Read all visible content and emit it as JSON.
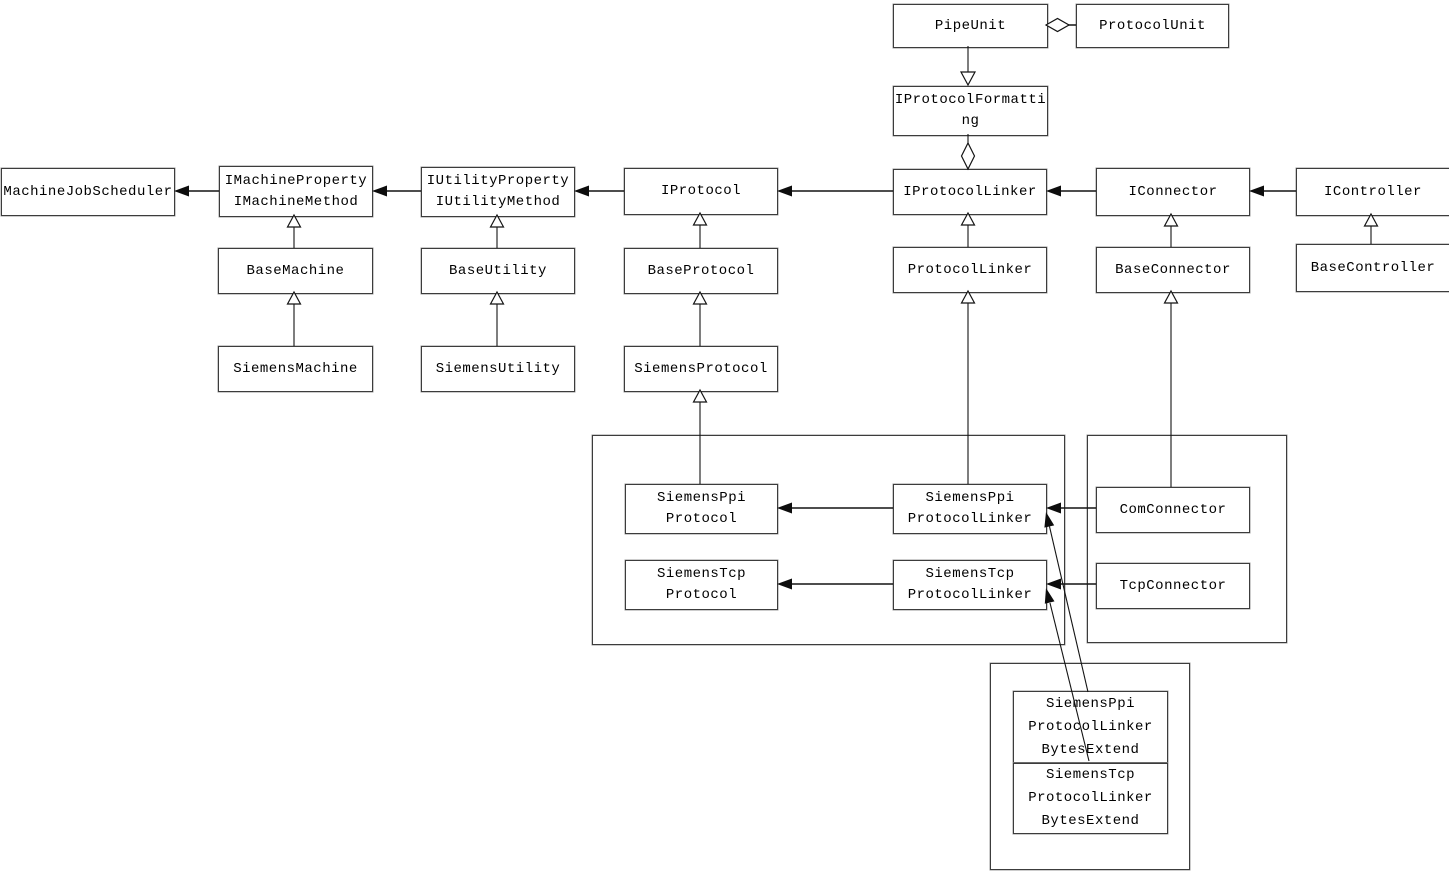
{
  "diagram": {
    "kind": "uml-class-diagram",
    "background_color": "#ffffff",
    "line_color": "#141414",
    "box_border_color": "#3c3c3c",
    "text_color": "#000000"
  },
  "nodes": {
    "pipe_unit": {
      "label": "PipeUnit"
    },
    "protocol_unit": {
      "label": "ProtocolUnit"
    },
    "iprotocol_formatting": {
      "label": "IProtocolFormatti\nng"
    },
    "machine_job_scheduler": {
      "label": "MachineJobScheduler"
    },
    "imachine_property": {
      "label": "IMachineProperty\nIMachineMethod"
    },
    "iutility_property": {
      "label": "IUtilityProperty\nIUtilityMethod"
    },
    "iprotocol": {
      "label": "IProtocol"
    },
    "iprotocol_linker": {
      "label": "IProtocolLinker"
    },
    "iconnector": {
      "label": "IConnector"
    },
    "icontroller": {
      "label": "IController"
    },
    "base_machine": {
      "label": "BaseMachine"
    },
    "base_utility": {
      "label": "BaseUtility"
    },
    "base_protocol": {
      "label": "BaseProtocol"
    },
    "protocol_linker": {
      "label": "ProtocolLinker"
    },
    "base_connector": {
      "label": "BaseConnector"
    },
    "base_controller": {
      "label": "BaseController"
    },
    "siemens_machine": {
      "label": "SiemensMachine"
    },
    "siemens_utility": {
      "label": "SiemensUtility"
    },
    "siemens_protocol": {
      "label": "SiemensProtocol"
    },
    "siemens_ppi_protocol": {
      "label": "SiemensPpi\nProtocol"
    },
    "siemens_tcp_protocol": {
      "label": "SiemensTcp\nProtocol"
    },
    "siemens_ppi_protocol_linker": {
      "label": "SiemensPpi\nProtocolLinker"
    },
    "siemens_tcp_protocol_linker": {
      "label": "SiemensTcp\nProtocolLinker"
    },
    "com_connector": {
      "label": "ComConnector"
    },
    "tcp_connector": {
      "label": "TcpConnector"
    },
    "siemens_ppi_protocol_linker_bytes_extend": {
      "label": "SiemensPpi\nProtocolLinker\nBytesExtend"
    },
    "siemens_tcp_protocol_linker_bytes_extend": {
      "label": "SiemensTcp\nProtocolLinker\nBytesExtend"
    }
  },
  "edges": [
    {
      "from": "PipeUnit",
      "to": "ProtocolUnit",
      "type": "aggregation",
      "diamond_at": "PipeUnit"
    },
    {
      "from": "PipeUnit",
      "to": "IProtocolFormatting",
      "type": "generalization",
      "hollow_arrow_at": "IProtocolFormatting"
    },
    {
      "from": "IProtocolFormatting",
      "to": "IProtocolLinker",
      "type": "aggregation",
      "diamond_at": "IProtocolFormatting"
    },
    {
      "from": "IMachineProperty IMachineMethod",
      "to": "MachineJobScheduler",
      "type": "association",
      "arrow_at": "MachineJobScheduler"
    },
    {
      "from": "IUtilityProperty IUtilityMethod",
      "to": "IMachineProperty IMachineMethod",
      "type": "association",
      "arrow_at": "IMachineProperty IMachineMethod"
    },
    {
      "from": "IProtocol",
      "to": "IUtilityProperty IUtilityMethod",
      "type": "association",
      "arrow_at": "IUtilityProperty IUtilityMethod"
    },
    {
      "from": "IProtocolLinker",
      "to": "IProtocol",
      "type": "association",
      "arrow_at": "IProtocol"
    },
    {
      "from": "IConnector",
      "to": "IProtocolLinker",
      "type": "association",
      "arrow_at": "IProtocolLinker"
    },
    {
      "from": "IController",
      "to": "IConnector",
      "type": "association",
      "arrow_at": "IConnector"
    },
    {
      "from": "BaseMachine",
      "to": "IMachineProperty IMachineMethod",
      "type": "generalization"
    },
    {
      "from": "SiemensMachine",
      "to": "BaseMachine",
      "type": "generalization"
    },
    {
      "from": "BaseUtility",
      "to": "IUtilityProperty IUtilityMethod",
      "type": "generalization"
    },
    {
      "from": "SiemensUtility",
      "to": "BaseUtility",
      "type": "generalization"
    },
    {
      "from": "BaseProtocol",
      "to": "IProtocol",
      "type": "generalization"
    },
    {
      "from": "SiemensProtocol",
      "to": "BaseProtocol",
      "type": "generalization"
    },
    {
      "from": "SiemensPpiProtocol",
      "to": "SiemensProtocol",
      "type": "generalization"
    },
    {
      "from": "ProtocolLinker",
      "to": "IProtocolLinker",
      "type": "generalization"
    },
    {
      "from": "SiemensPpiProtocolLinker",
      "to": "ProtocolLinker",
      "type": "generalization"
    },
    {
      "from": "BaseConnector",
      "to": "IConnector",
      "type": "generalization"
    },
    {
      "from": "ComConnector",
      "to": "BaseConnector",
      "type": "generalization"
    },
    {
      "from": "BaseController",
      "to": "IController",
      "type": "generalization"
    },
    {
      "from": "SiemensPpiProtocolLinker",
      "to": "SiemensPpiProtocol",
      "type": "association",
      "arrow_at": "SiemensPpiProtocol"
    },
    {
      "from": "SiemensTcpProtocolLinker",
      "to": "SiemensTcpProtocol",
      "type": "association",
      "arrow_at": "SiemensTcpProtocol"
    },
    {
      "from": "ComConnector",
      "to": "SiemensPpiProtocolLinker",
      "type": "association",
      "arrow_at": "SiemensPpiProtocolLinker"
    },
    {
      "from": "TcpConnector",
      "to": "SiemensTcpProtocolLinker",
      "type": "association",
      "arrow_at": "SiemensTcpProtocolLinker"
    },
    {
      "from": "SiemensPpiProtocolLinkerBytesExtend",
      "to": "SiemensPpiProtocolLinker",
      "type": "association",
      "arrow_at": "SiemensPpiProtocolLinker"
    },
    {
      "from": "SiemensTcpProtocolLinkerBytesExtend",
      "to": "SiemensTcpProtocolLinker",
      "type": "association",
      "arrow_at": "SiemensTcpProtocolLinker"
    }
  ]
}
